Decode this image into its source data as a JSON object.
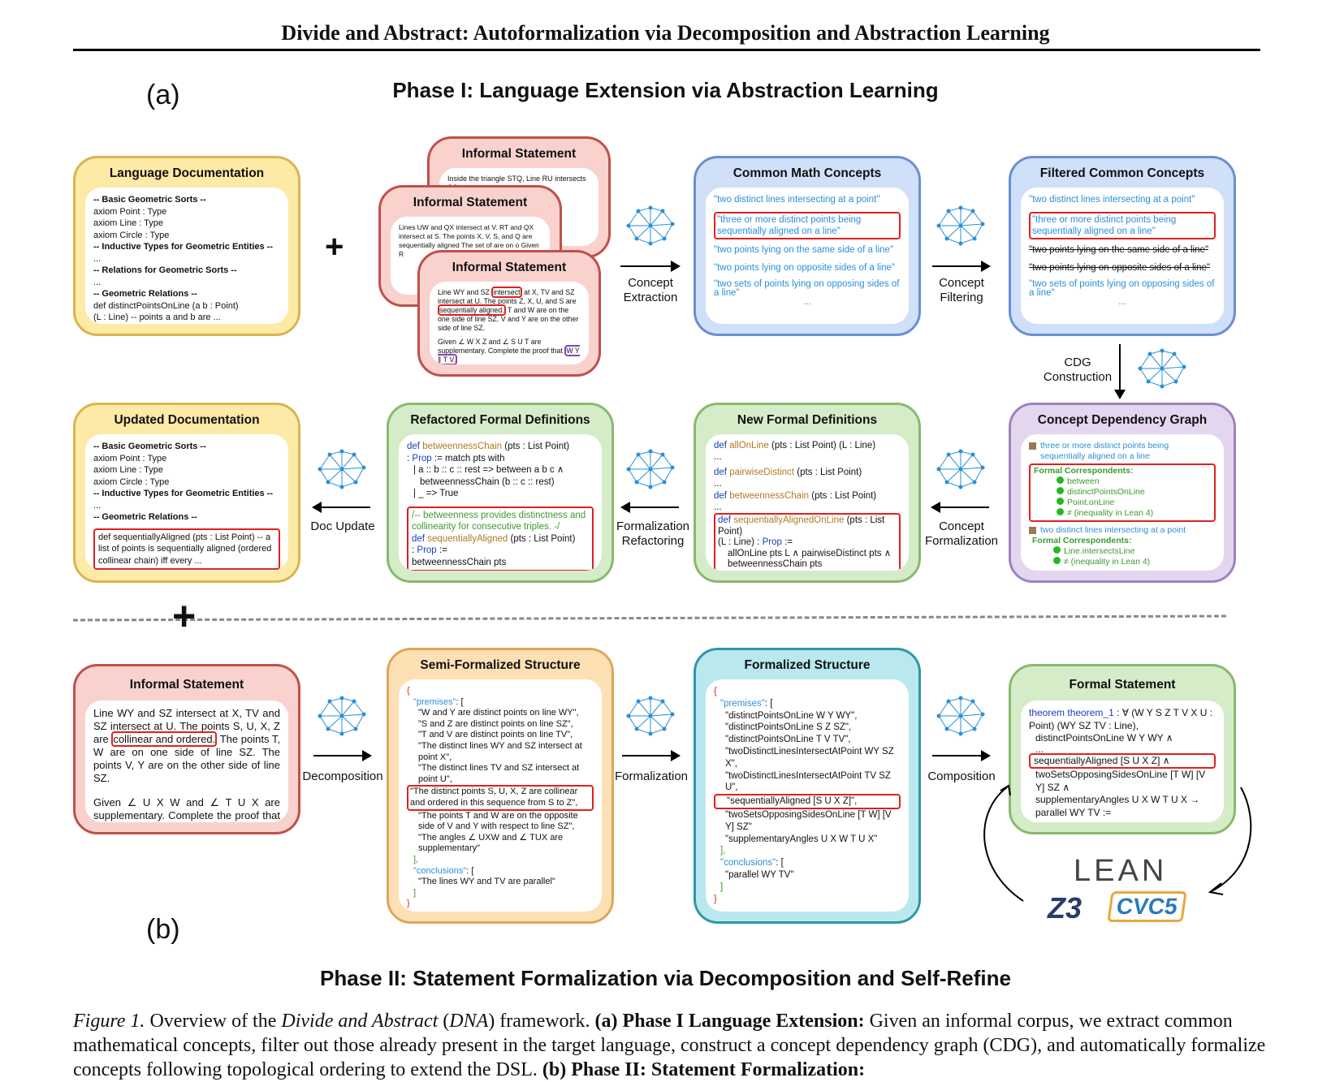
{
  "header": {
    "title": "Divide and Abstract: Autoformalization via Decomposition and Abstraction Learning"
  },
  "panel_a": {
    "tag": "(a)",
    "phase": "Phase I: Language Extension via Abstraction Learning"
  },
  "panel_b": {
    "tag": "(b)",
    "phase": "Phase II: Statement Formalization via Decomposition and Self-Refine"
  },
  "lang_doc": {
    "title": "Language Documentation",
    "lines": [
      "-- Basic Geometric Sorts --",
      "axiom Point : Type",
      "axiom Line : Type",
      "axiom Circle : Type",
      "-- Inductive Types for Geometric Entities --",
      "...",
      "-- Relations for Geometric Sorts --",
      "...",
      "-- Geometric Relations --",
      "def distinctPointsOnLine (a b : Point)",
      "(L : Line)  -- points a and b are ..."
    ]
  },
  "plus": "+",
  "informal1": {
    "title": "Informal Statement",
    "text": "Inside the triangle STQ, Line RU intersects SQ at"
  },
  "informal2": {
    "title": "Informal Statement",
    "text": "Lines UW and QX intersect at V. RT and QX intersect at S. The points X, V, S, and Q are sequentially aligned The set of are on o Given R"
  },
  "informal3": {
    "title": "Informal Statement",
    "l1": "Line WY and SZ",
    "hl1": "intersect",
    "l2": "at X, TV and SZ intersect at U. The points Z, X, U, and S are",
    "hl2": "sequentially aligned.",
    "l3": "T and W are on the one side of line SZ. V and Y are on the other side of line SZ.",
    "l4": "Given ∠ W X Z and ∠ S U T are supplementary. Complete the proof that",
    "hl3": "W Y ∥ T V."
  },
  "arrows": {
    "concept_extraction": "Concept Extraction",
    "concept_filtering": "Concept Filtering",
    "cdg_construction": "CDG Construction",
    "concept_formalization": "Concept Formalization",
    "formalization_refactoring": "Formalization Refactoring",
    "doc_update": "Doc Update",
    "decomposition": "Decomposition",
    "formalization": "Formalization",
    "composition": "Composition"
  },
  "common": {
    "title": "Common Math Concepts",
    "items": [
      "\"two distinct lines intersecting at a point\"",
      "\"three or more distinct points being sequentially aligned on a line\"",
      "\"two points lying on the same side of a line\"",
      "\"two points lying on opposite sides of a line\"",
      "\"two sets of points lying on opposing sides of a line\"",
      "..."
    ]
  },
  "filtered": {
    "title": "Filtered Common Concepts",
    "items": [
      "\"two distinct lines intersecting at a point\"",
      "\"three or more distinct points being sequentially aligned on a line\"",
      "\"two points lying on the same side of a line\"",
      "\"two points lying on opposite sides of a line\"",
      "\"two sets of points lying on opposing sides of a line\"",
      "..."
    ]
  },
  "cdg": {
    "title": "Concept Dependency Graph",
    "c1": "three or more distinct points being sequentially aligned on a line",
    "fc": "Formal Correspondents:",
    "c1_items": [
      "between",
      "distinctPointsOnLine",
      "Point.onLine",
      "≠ (inequality in Lean 4)"
    ],
    "c2": "two distinct lines intersecting at a point",
    "c2_items": [
      "Line.intersectsLine",
      "≠ (inequality in Lean 4)"
    ]
  },
  "newdefs": {
    "title": "New Formal Definitions",
    "d1a": "def",
    "d1b": "allOnLine",
    "d1c": "(pts : List Point) (L : Line)",
    "d2a": "def",
    "d2b": "pairwiseDistinct",
    "d2c": "(pts : List Point)",
    "d3a": "def",
    "d3b": "betweennessChain",
    "d3c": "(pts : List Point)",
    "d4a": "def",
    "d4b": "sequentiallyAlignedOnLine",
    "d4c": "(pts : List Point)",
    "d4d": "(L : Line) :",
    "d4e": "Prop",
    "d4f": ":=",
    "d4g": "allOnLine pts L ∧ pairwiseDistinct pts ∧",
    "d4h": "betweennessChain pts",
    "dots": "..."
  },
  "refactored": {
    "title": "Refactored Formal Definitions",
    "a1": "def",
    "a2": "betweennessChain",
    "a3": "(pts : List Point)",
    "a4": ":",
    "a5": "Prop",
    "a6": ":= match pts with",
    "a7": "| a :: b :: c :: rest => between a b c ∧",
    "a8": "betweennessChain (b :: c :: rest)",
    "a9": "| _ => True",
    "b1": "/-- betweenness provides distinctness and collinearity for consecutive triples. -/",
    "b2": "def",
    "b3": "sequentiallyAligned",
    "b4": "(pts : List Point)",
    "b5": ":",
    "b6": "Prop",
    "b7": ":=",
    "b8": "betweennessChain pts"
  },
  "updated": {
    "title": "Updated Documentation",
    "lines": [
      "-- Basic Geometric Sorts --",
      "axiom Point : Type",
      "axiom Line : Type",
      "axiom Circle : Type",
      "-- Inductive Types for Geometric Entities --",
      "...",
      "-- Geometric Relations --"
    ],
    "hl": "def sequentiallyAligned (pts : List Point) -- a list of points is sequentially aligned (ordered collinear chain) iff every ..."
  },
  "informal_b": {
    "title": "Informal Statement",
    "t1": "Line WY and SZ intersect at X, TV and SZ intersect at U. The points S, U, X, Z are",
    "hl": "collinear and ordered.",
    "t2": "The points T, W are on one side of line SZ. The points V, Y are on the other side of line SZ.",
    "t3": "Given ∠ U X W and ∠ T U X are supplementary. Complete the proof that W Y ∥ T V."
  },
  "semi": {
    "title": "Semi-Formalized Structure",
    "open": "{",
    "premises": "\"premises\"",
    "p": [
      "\"W and Y are distinct points on line WY\",",
      "\"S and Z are distinct points on line SZ\",",
      "\"T and V are distinct points on line TV\",",
      "\"The distinct lines WY and SZ intersect at point X\",",
      "\"The distinct lines TV and SZ intersect at point U\","
    ],
    "hl": "\"The distinct points S, U, X, Z are collinear and ordered in this sequence from S to Z\",",
    "p2": [
      "\"The points T and W are on the opposite side of V and Y with respect to line SZ\",",
      "\"The angles ∠ UXW and ∠ TUX are supplementary\""
    ],
    "close_arr": "],",
    "conclusions": "\"conclusions\"",
    "c": "\"The lines WY and TV are parallel\"",
    "close": "}"
  },
  "formalized": {
    "title": "Formalized Structure",
    "open": "{",
    "premises": "\"premises\"",
    "p": [
      "\"distinctPointsOnLine W Y WY\",",
      "\"distinctPointsOnLine S Z SZ\",",
      "\"distinctPointsOnLine T V TV\",",
      "\"twoDistinctLinesIntersectAtPoint WY SZ X\",",
      "\"twoDistinctLinesIntersectAtPoint TV SZ U\","
    ],
    "hl": "\"sequentiallyAligned [S U X Z]\",",
    "p2": [
      "\"twoSetsOpposingSidesOnLine [T W] [V Y] SZ\"",
      "\"supplementaryAngles U X W T U X\""
    ],
    "close_arr": "],",
    "conclusions": "\"conclusions\"",
    "c": "\"parallel WY TV\"",
    "close": "}"
  },
  "formal": {
    "title": "Formal Statement",
    "kw": "theorem",
    "nm": "theorem_1",
    "l1": ": ∀ (W Y S Z T V X U : Point) (WY SZ TV : Line),",
    "l2": "distinctPointsOnLine W Y WY ∧",
    "l3": "...",
    "hl": "sequentiallyAligned [S U X Z]  ∧",
    "l4": "twoSetsOpposingSidesOnLine [T W] [V Y] SZ  ∧",
    "l5": "supplementaryAngles U X W T U X →",
    "l6": "parallel WY TV :="
  },
  "logos": {
    "lean": "LEAN",
    "z3": "Z3",
    "cvc5": "CVC5"
  },
  "caption": {
    "fig": "Figure 1.",
    "t1": "Overview of the",
    "dna1": "Divide and Abstract",
    "dna2": "DNA",
    "t2": "framework.",
    "a": "(a) Phase I Language Extension:",
    "t3": "Given an informal corpus, we extract common mathematical concepts, filter out those already present in the target language, construct a concept dependency graph (CDG), and automatically formalize concepts following topological ordering to extend the DSL.",
    "b": "(b) Phase II: Statement Formalization:"
  },
  "colors": {
    "accent_red": "#e02020",
    "code_blue": "#1a3fb5",
    "concept_blue": "#2c8fd6"
  }
}
